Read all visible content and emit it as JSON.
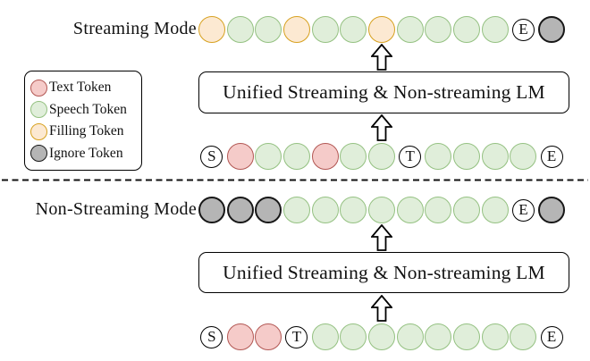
{
  "colors": {
    "text_fill": "#f5cbc9",
    "text_stroke": "#b25753",
    "speech_fill": "#e0eeda",
    "speech_stroke": "#94c181",
    "filling_fill": "#fce9d2",
    "filling_stroke": "#d7a11f",
    "ignore_fill": "#b5b5b5",
    "ignore_stroke": "#171717",
    "marker_fill": "#ffffff",
    "marker_stroke": "#000000"
  },
  "legend": {
    "items": [
      {
        "kind": "text",
        "label": "Text Token"
      },
      {
        "kind": "speech",
        "label": "Speech Token"
      },
      {
        "kind": "filling",
        "label": "Filling Token"
      },
      {
        "kind": "ignore",
        "label": "Ignore Token"
      }
    ]
  },
  "streaming": {
    "label": "Streaming Mode",
    "lm_label": "Unified Streaming & Non-streaming LM",
    "output_tokens": [
      {
        "kind": "filling"
      },
      {
        "kind": "speech"
      },
      {
        "kind": "speech"
      },
      {
        "kind": "filling"
      },
      {
        "kind": "speech"
      },
      {
        "kind": "speech"
      },
      {
        "kind": "filling"
      },
      {
        "kind": "speech"
      },
      {
        "kind": "speech"
      },
      {
        "kind": "speech"
      },
      {
        "kind": "speech"
      },
      {
        "kind": "marker",
        "label": "E"
      },
      {
        "kind": "ignore"
      }
    ],
    "input_tokens": [
      {
        "kind": "marker",
        "label": "S"
      },
      {
        "kind": "text"
      },
      {
        "kind": "speech"
      },
      {
        "kind": "speech"
      },
      {
        "kind": "text"
      },
      {
        "kind": "speech"
      },
      {
        "kind": "speech"
      },
      {
        "kind": "marker",
        "label": "T"
      },
      {
        "kind": "speech"
      },
      {
        "kind": "speech"
      },
      {
        "kind": "speech"
      },
      {
        "kind": "speech"
      },
      {
        "kind": "marker",
        "label": "E"
      }
    ]
  },
  "non_streaming": {
    "label": "Non-Streaming Mode",
    "lm_label": "Unified Streaming & Non-streaming LM",
    "output_tokens": [
      {
        "kind": "ignore"
      },
      {
        "kind": "ignore"
      },
      {
        "kind": "ignore"
      },
      {
        "kind": "speech"
      },
      {
        "kind": "speech"
      },
      {
        "kind": "speech"
      },
      {
        "kind": "speech"
      },
      {
        "kind": "speech"
      },
      {
        "kind": "speech"
      },
      {
        "kind": "speech"
      },
      {
        "kind": "speech"
      },
      {
        "kind": "marker",
        "label": "E"
      },
      {
        "kind": "ignore"
      }
    ],
    "input_tokens": [
      {
        "kind": "marker",
        "label": "S"
      },
      {
        "kind": "text"
      },
      {
        "kind": "text"
      },
      {
        "kind": "marker",
        "label": "T"
      },
      {
        "kind": "speech"
      },
      {
        "kind": "speech"
      },
      {
        "kind": "speech"
      },
      {
        "kind": "speech"
      },
      {
        "kind": "speech"
      },
      {
        "kind": "speech"
      },
      {
        "kind": "speech"
      },
      {
        "kind": "speech"
      },
      {
        "kind": "marker",
        "label": "E"
      }
    ]
  }
}
